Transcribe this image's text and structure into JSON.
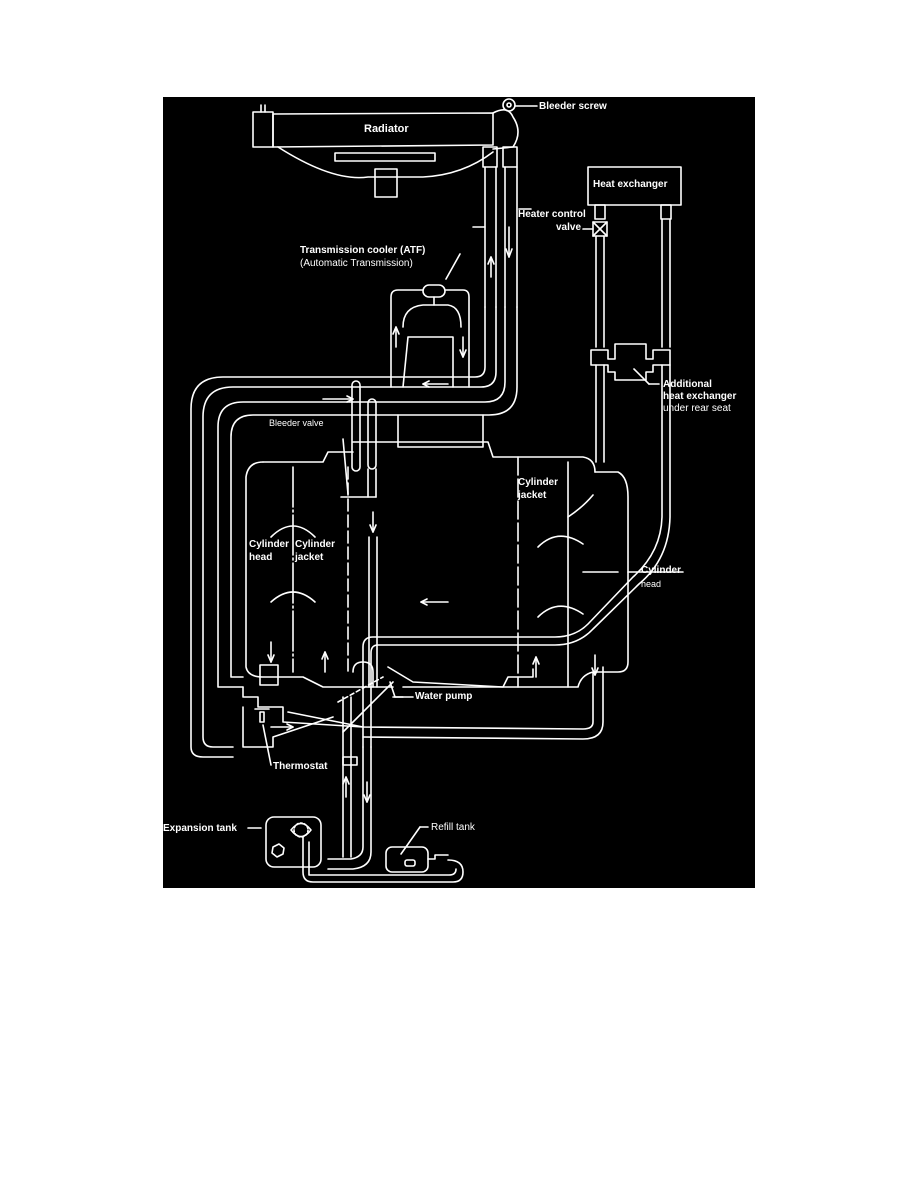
{
  "diagram": {
    "type": "cooling-system-schematic",
    "background_color": "#000000",
    "line_color": "#ffffff",
    "labels": {
      "radiator": "Radiator",
      "bleeder_screw": "Bleeder screw",
      "heat_exchanger": "Heat exchanger",
      "heater_control_valve_line1": "Heater control",
      "heater_control_valve_line2": "valve",
      "transmission_cooler_line1": "Transmission cooler (ATF)",
      "transmission_cooler_line2": "(Automatic Transmission)",
      "additional_hx_line1": "Additional",
      "additional_hx_line2": "heat exchanger",
      "additional_hx_line3": "under rear seat",
      "bleeder_valve": "Bleeder valve",
      "cylinder_head_left_line1": "Cylinder",
      "cylinder_head_left_line2": "head",
      "cylinder_jacket_left_line1": "Cylinder",
      "cylinder_jacket_left_line2": "jacket",
      "cylinder_jacket_right_line1": "Cylinder",
      "cylinder_jacket_right_line2": "jacket",
      "cylinder_head_right_line1": "Cylinder",
      "cylinder_head_right_line2": "head",
      "water_pump": "Water pump",
      "thermostat": "Thermostat",
      "expansion_tank": "Expansion tank",
      "refill_tank": "Refill tank"
    }
  }
}
